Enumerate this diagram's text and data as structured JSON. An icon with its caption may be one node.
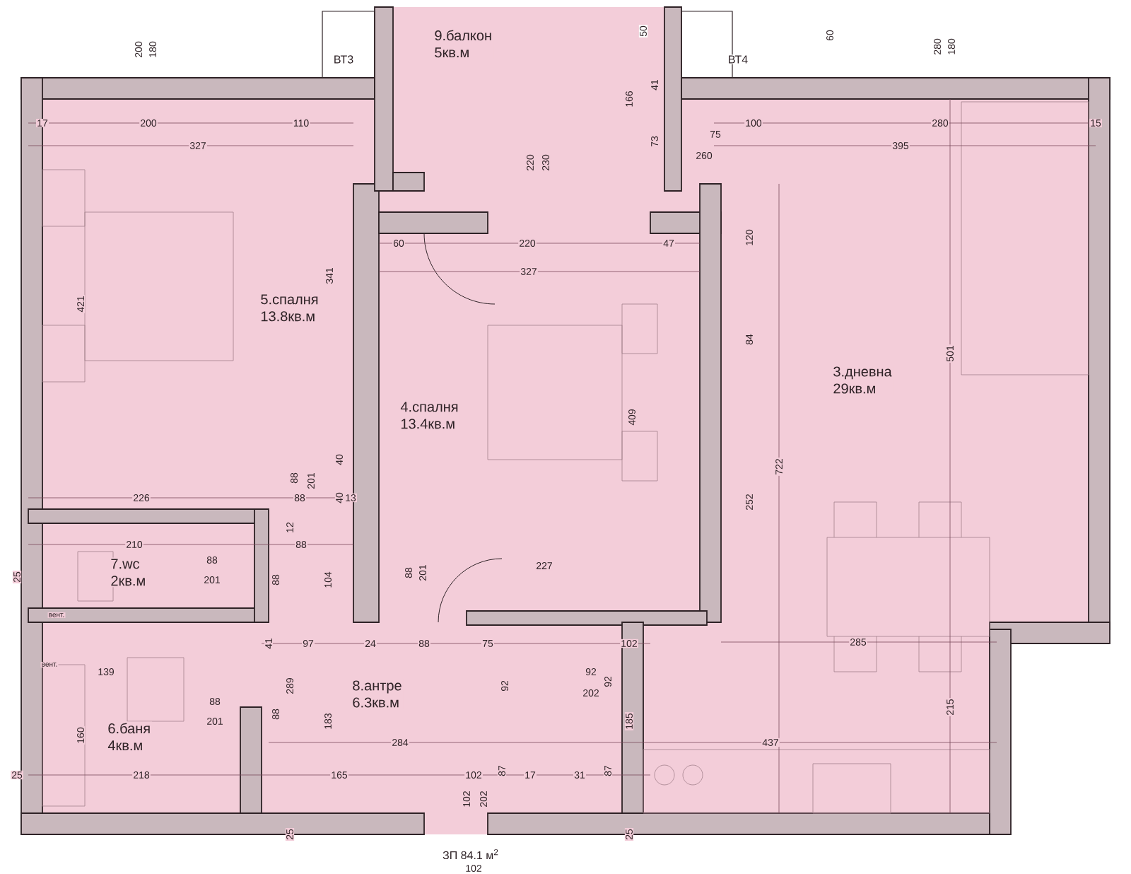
{
  "diagram": {
    "nodes": [
      {
        "text": [
          "9.балкон",
          "5кв.м"
        ]
      },
      {
        "text": [
          "5.спалня",
          "13.8кв.м"
        ]
      },
      {
        "text": [
          "4.спалня",
          "13.4кв.м"
        ]
      },
      {
        "text": [
          "3.дневна",
          "29кв.м"
        ]
      },
      {
        "text": [
          "7.wc",
          "2кв.м"
        ]
      },
      {
        "text": [
          "8.антре",
          "6.3кв.м"
        ]
      },
      {
        "text": [
          "6.баня",
          "4кв.м"
        ]
      }
    ],
    "labels": [
      "200",
      "180",
      "ВТ3",
      "50",
      "60",
      "ВТ4",
      "280",
      "180",
      "41",
      "166",
      "17",
      "200",
      "110",
      "100",
      "280",
      "15",
      "75",
      "73",
      "327",
      "395",
      "260",
      "220",
      "230",
      "60",
      "220",
      "47",
      "120",
      "327",
      "341",
      "421",
      "84",
      "501",
      "409",
      "722",
      "40",
      "88",
      "201",
      "40",
      "226",
      "88",
      "13",
      "252",
      "12",
      "210",
      "88",
      "88",
      "201",
      "227",
      "88",
      "201",
      "25",
      "88",
      "104",
      "вент.",
      "97",
      "24",
      "88",
      "75",
      "102",
      "285",
      "41",
      "вент.",
      "139",
      "92",
      "92",
      "202",
      "92",
      "289",
      "88",
      "201",
      "88",
      "183",
      "215",
      "185",
      "160",
      "284",
      "437",
      "25",
      "218",
      "165",
      "102",
      "87",
      "17",
      "31",
      "87",
      "102",
      "202",
      "25",
      "25",
      "ЗП 84.1 м$^{2}$",
      "102"
    ]
  }
}
